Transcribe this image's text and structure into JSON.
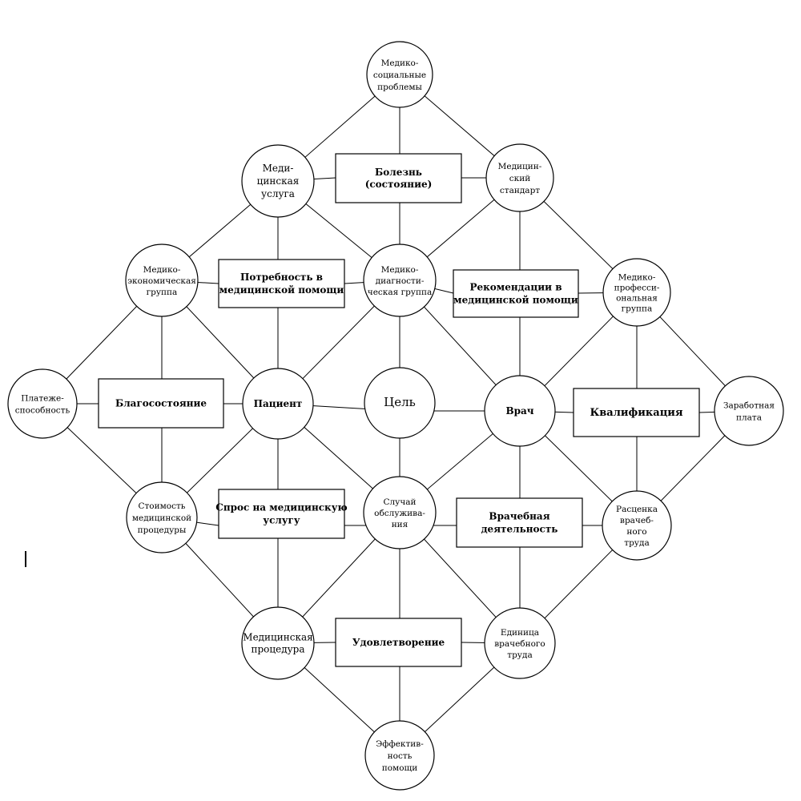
{
  "nodes": {
    "med_social_problems": [
      "Медико-",
      "социальные",
      "проблемы"
    ],
    "disease": [
      "Болезнь",
      "(состояние)"
    ],
    "med_service": [
      "Меди-",
      "цинская",
      "услуга"
    ],
    "med_standard": [
      "Медицин-",
      "ский",
      "стандарт"
    ],
    "med_econ_group": [
      "Медико-",
      "экономическая",
      "группа"
    ],
    "need_med_help": [
      "Потребность в",
      "медицинской помощи"
    ],
    "med_diag_group": [
      "Медико-",
      "диагности-",
      "ческая группа"
    ],
    "recommendations": [
      "Рекомендации в",
      "медицинской помощи"
    ],
    "med_prof_group": [
      "Медико-",
      "професси-",
      "ональная",
      "группа"
    ],
    "solvency": [
      "Платеже-",
      "способность"
    ],
    "wellbeing": [
      "Благосостояние"
    ],
    "patient": [
      "Пациент"
    ],
    "goal": [
      "Цель"
    ],
    "doctor": [
      "Врач"
    ],
    "qualification": [
      "Квалификация"
    ],
    "salary": [
      "Заработная",
      "плата"
    ],
    "proc_cost": [
      "Стоимость",
      "медицинской",
      "процедуры"
    ],
    "demand": [
      "Спрос на медицинскую",
      "услугу"
    ],
    "service_case": [
      "Случай",
      "обслужива-",
      "ния"
    ],
    "doctor_activity": [
      "Врачебная",
      "деятельность"
    ],
    "doctor_rate": [
      "Расценка",
      "врачеб-",
      "ного",
      "труда"
    ],
    "med_procedure": [
      "Медицинская",
      "процедура"
    ],
    "satisfaction": [
      "Удовлетворение"
    ],
    "labor_unit": [
      "Единица",
      "врачебного",
      "труда"
    ],
    "efficiency": [
      "Эффектив-",
      "ность",
      "помощи"
    ]
  }
}
